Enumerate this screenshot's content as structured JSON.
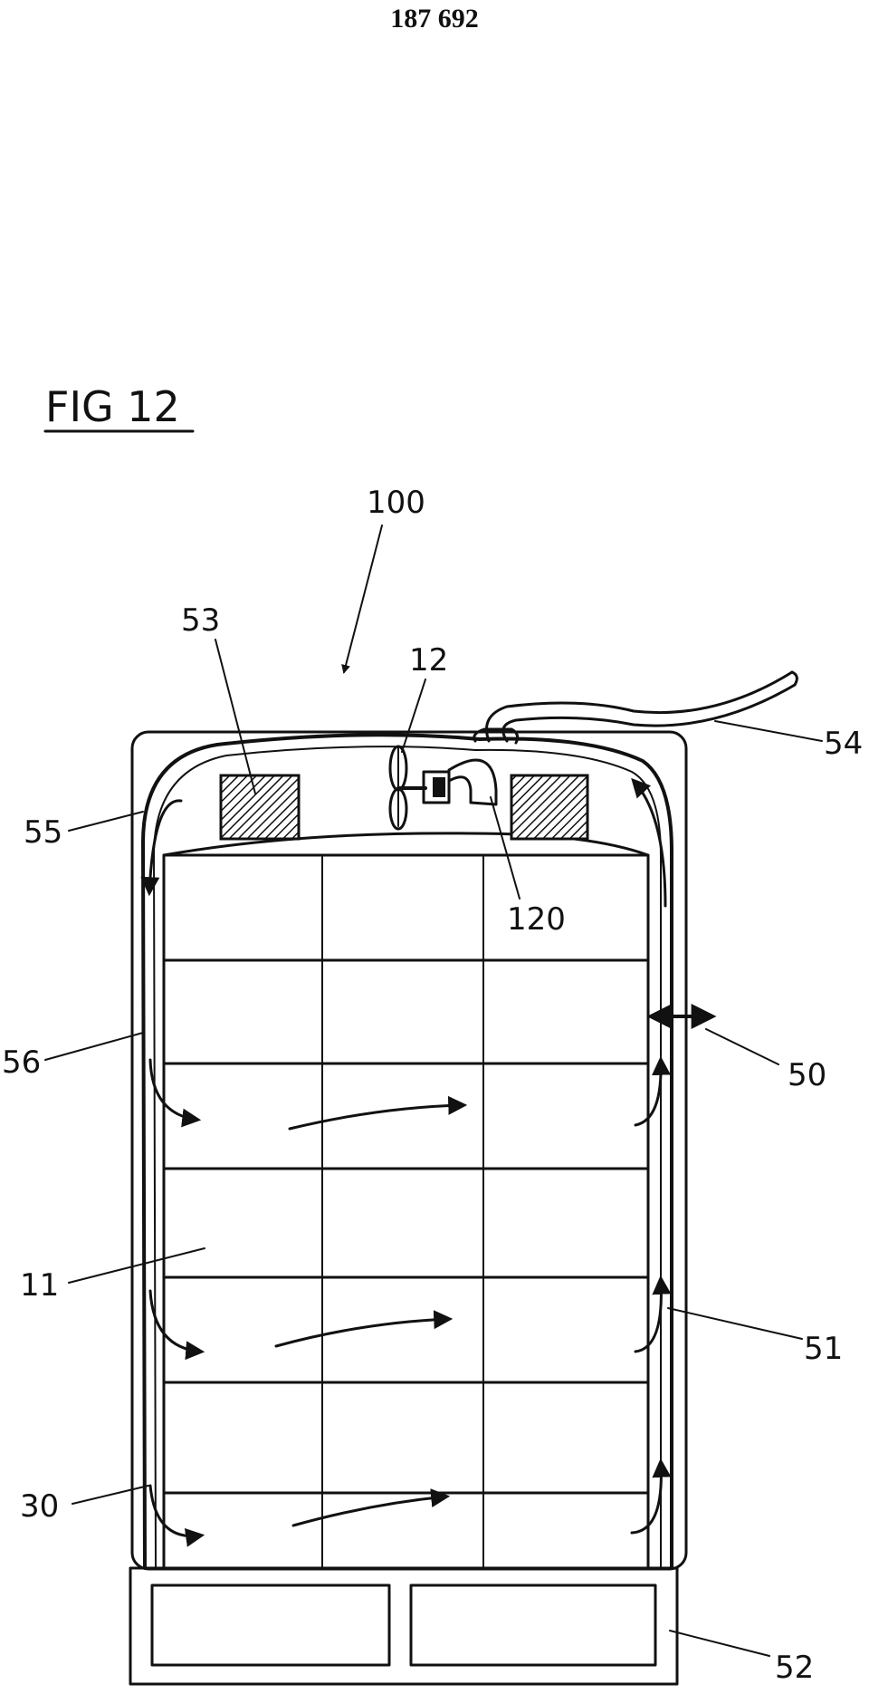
{
  "page": {
    "number": "187 692"
  },
  "figure": {
    "title": "FIG 12",
    "labels": {
      "l100": "100",
      "l53": "53",
      "l12": "12",
      "l54": "54",
      "l55": "55",
      "l120": "120",
      "l56": "56",
      "l50": "50",
      "l11": "11",
      "l51": "51",
      "l30": "30",
      "l52": "52"
    }
  }
}
